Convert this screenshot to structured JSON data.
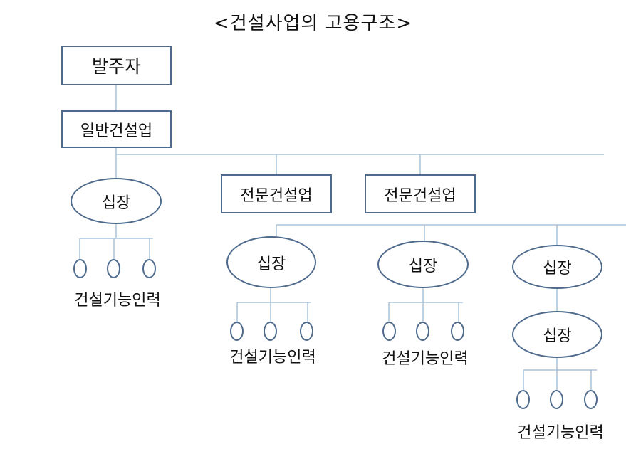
{
  "title": "<건설사업의 고용구조>",
  "nodes": {
    "owner": "발주자",
    "general_contractor": "일반건설업",
    "foreman_1": "십장",
    "specialty_contractor_1": "전문건설업",
    "specialty_contractor_2": "전문건설업",
    "foreman_2": "십장",
    "foreman_3": "십장",
    "foreman_4": "십장",
    "foreman_5": "십장"
  },
  "worker_group_label": "건설기능인력",
  "colors": {
    "line": "#a9c3da",
    "shape_border": "#4e6a8c",
    "text": "#111111"
  }
}
